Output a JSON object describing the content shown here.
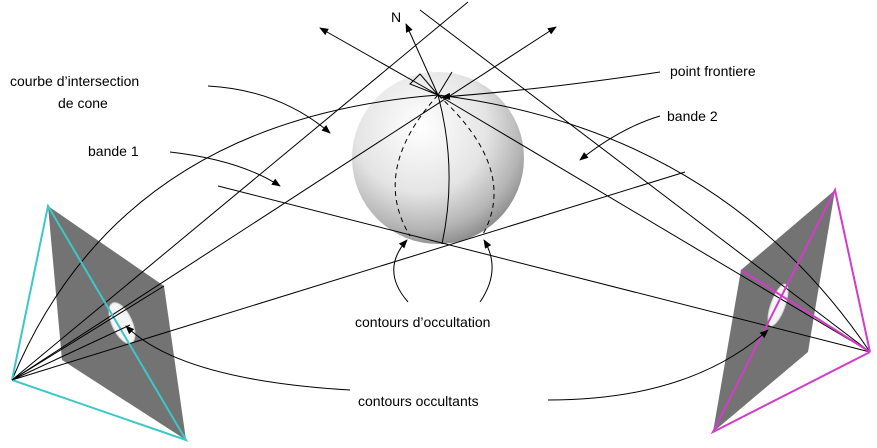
{
  "labels": {
    "normal": "N",
    "intersection_curve_line1": "courbe d’intersection",
    "intersection_curve_line2": "de cone",
    "frontier_point": "point frontiere",
    "band1": "bande 1",
    "band2": "bande 2",
    "occlusion_contours": "contours d’occultation",
    "occluding_contours": "contours occultants"
  },
  "colors": {
    "left_camera": "#3cc8c8",
    "right_camera": "#d23cc8",
    "image_plane": "#737373",
    "silhouette": "#f2f2f2",
    "line": "#000000"
  }
}
